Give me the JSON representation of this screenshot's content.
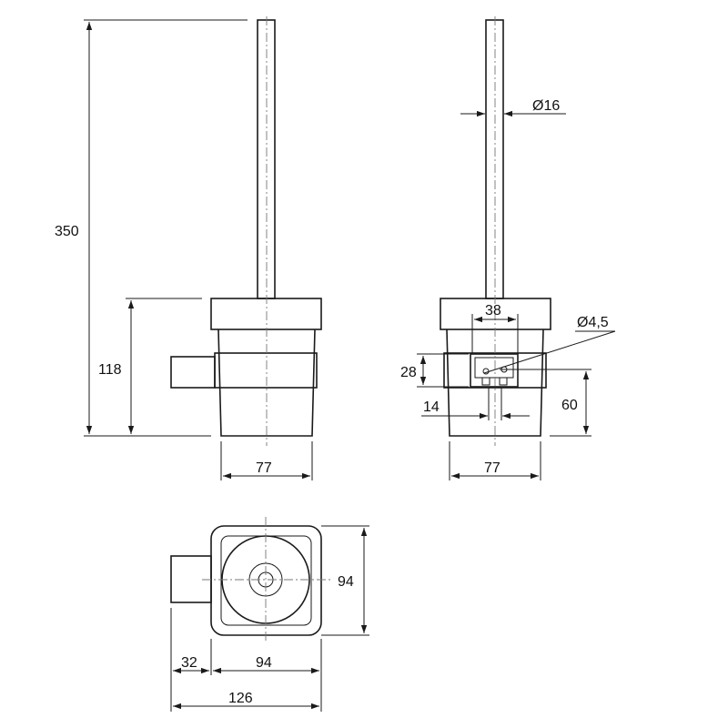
{
  "dimensions": {
    "total_height": "350",
    "base_height": "118",
    "side_width": "77",
    "front_width": "77",
    "rod_diameter": "Ø16",
    "bracket_width": "38",
    "hole_diameter": "Ø4,5",
    "bracket_height": "28",
    "bracket_offset": "14",
    "mount_height": "60",
    "top_depth": "94",
    "top_width": "94",
    "arm_length": "32",
    "overall_width": "126"
  }
}
